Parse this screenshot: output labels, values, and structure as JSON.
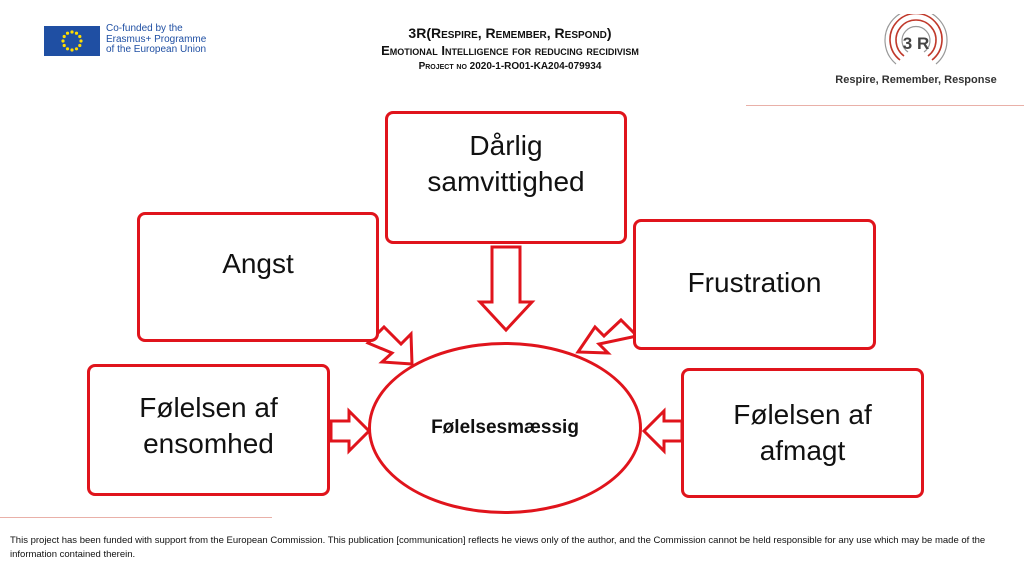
{
  "header": {
    "title": "3R(Respire, Remember, Respond)",
    "subtitle": "Emotional Intelligence for reducing recidivism",
    "project": "Project no 2020-1-RO01-KA204-079934"
  },
  "eu_logo": {
    "lines": [
      "Co-funded by the",
      "Erasmus+ Programme",
      "of the European Union"
    ]
  },
  "logo_3r": {
    "mark": "3 R",
    "tagline": "Respire, Remember, Response"
  },
  "diagram": {
    "center": "Følelsesmæssig",
    "boxes": {
      "top": [
        "Dårlig",
        "samvittighed"
      ],
      "upper_left": [
        "Angst"
      ],
      "upper_right": [
        "Frustration"
      ],
      "lower_left": [
        "Følelsen af",
        "ensomhed"
      ],
      "lower_right": [
        "Følelsen af",
        "afmagt"
      ]
    }
  },
  "footer": {
    "text": "This project has been funded with support from the European Commission. This publication [communication] reflects he views only of the author,  and the Commission cannot be held responsible for any use which may be made of the information contained therein."
  },
  "colors": {
    "accent_red": "#e0141c",
    "eu_blue": "#1f4fa3",
    "eu_star": "#ffdd00",
    "logo_red": "#c0392b"
  }
}
